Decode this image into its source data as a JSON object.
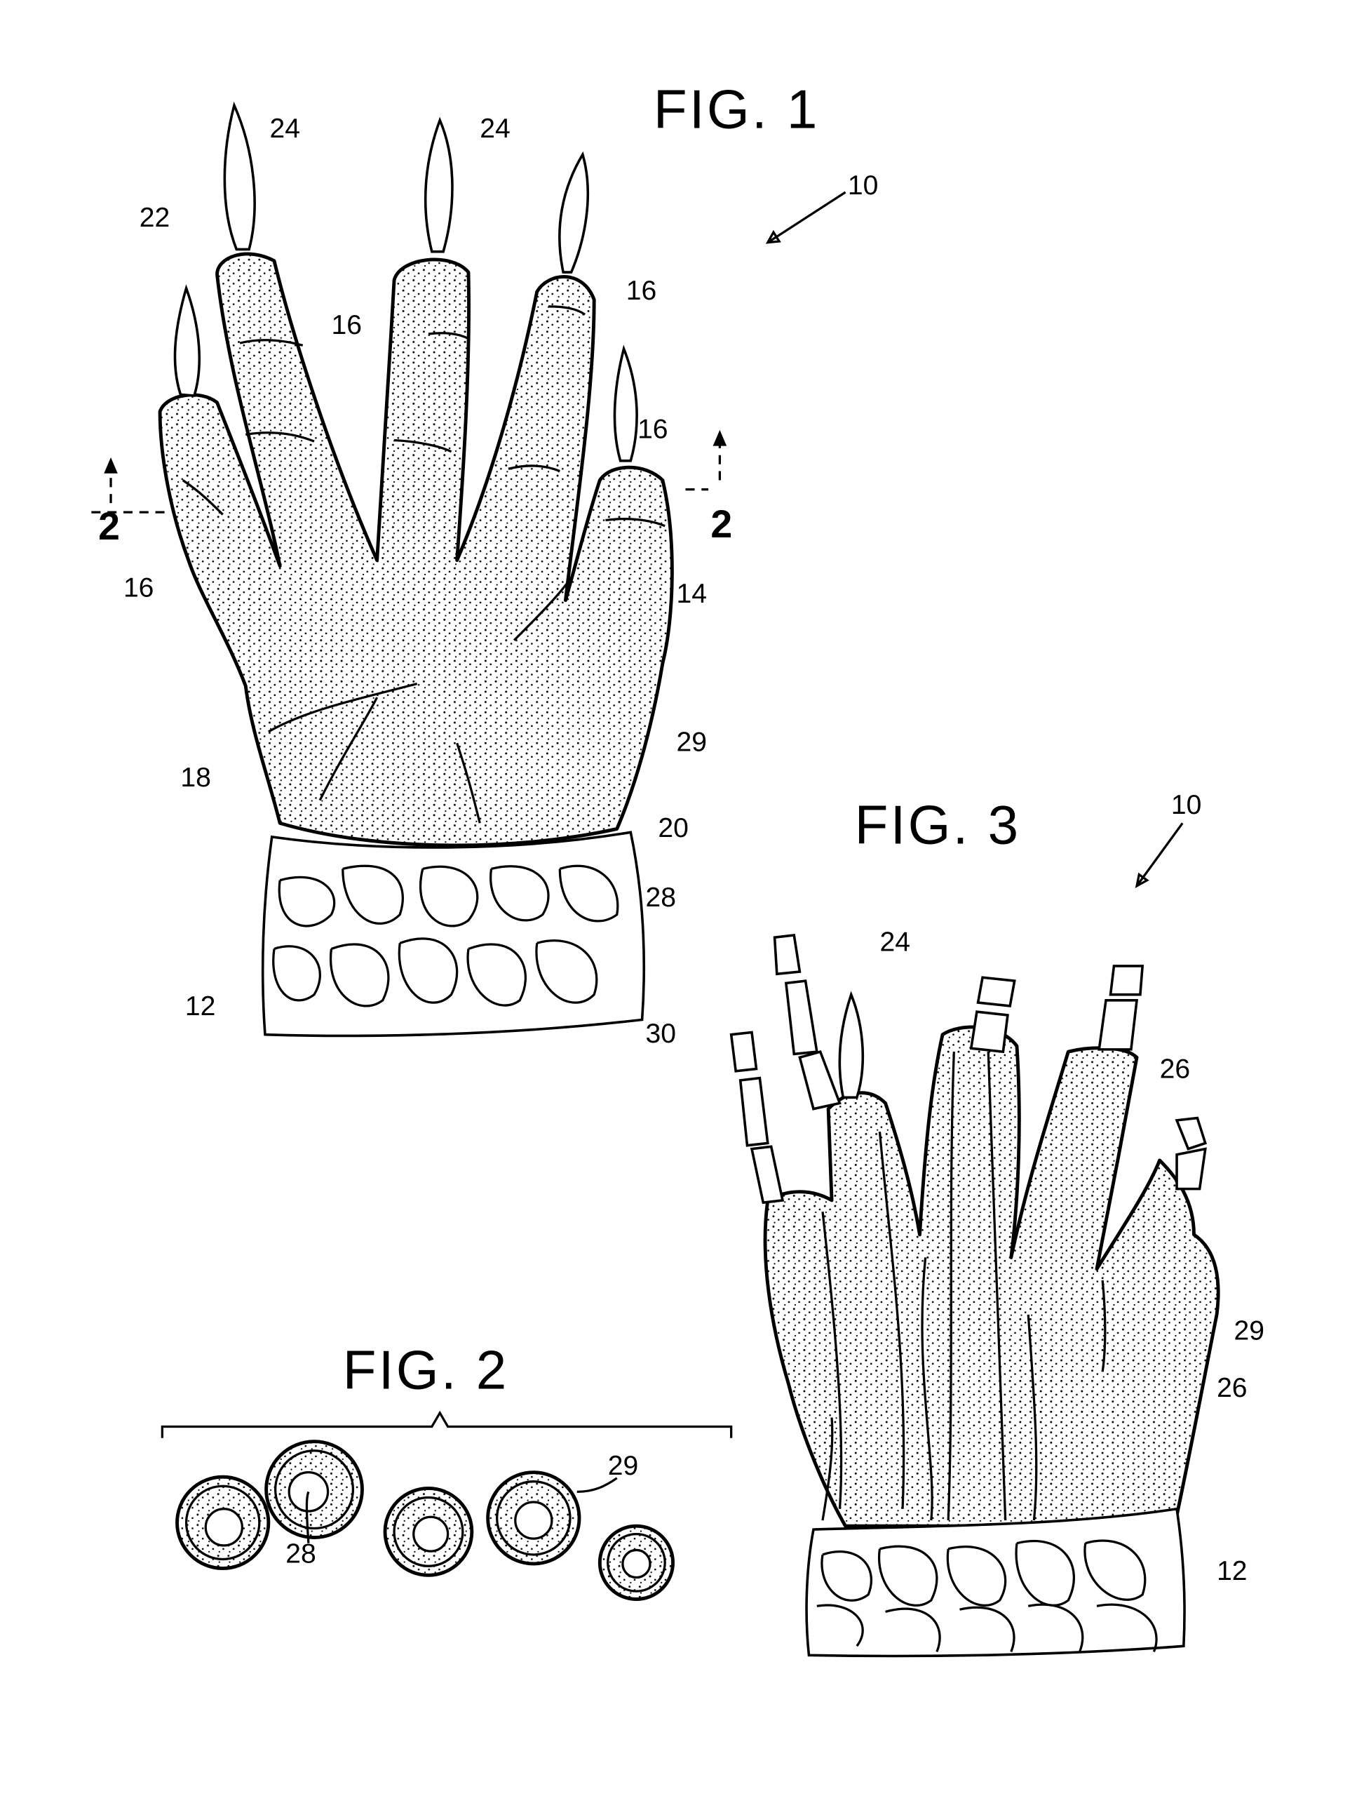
{
  "figures": {
    "fig1": {
      "title": "FIG. 1",
      "labels": [
        "10",
        "24",
        "24",
        "22",
        "16",
        "16",
        "16",
        "16",
        "14",
        "29",
        "18",
        "20",
        "12"
      ],
      "section_marks": [
        "2",
        "2"
      ]
    },
    "fig2": {
      "title": "FIG. 2",
      "labels": [
        "29",
        "28"
      ]
    },
    "fig3": {
      "title": "FIG. 3",
      "labels": [
        "10",
        "28",
        "24",
        "30",
        "26",
        "29",
        "26",
        "12"
      ]
    }
  }
}
